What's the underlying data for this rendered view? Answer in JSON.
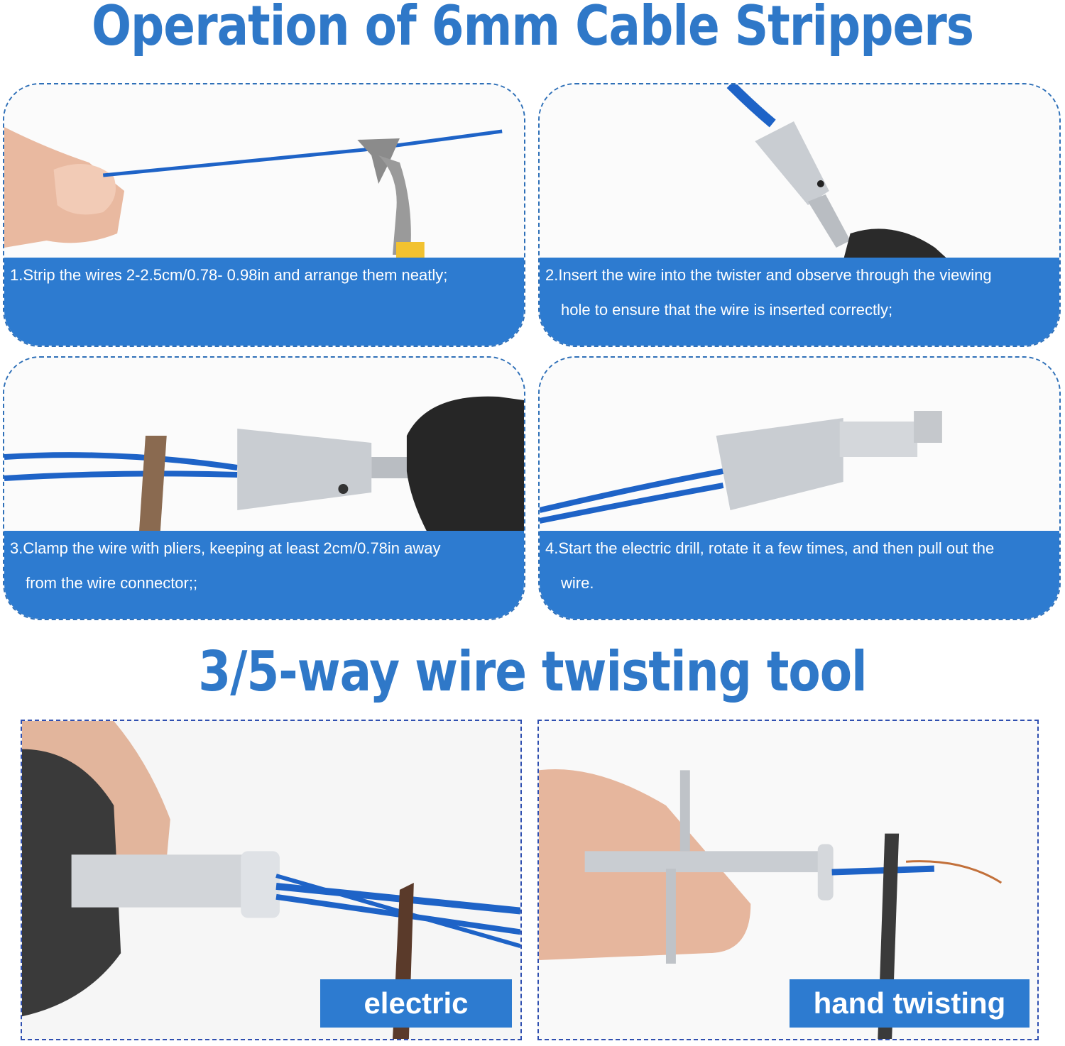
{
  "titles": {
    "top": "Operation of 6mm Cable Strippers",
    "middle": "3/5-way wire twisting tool"
  },
  "steps": [
    {
      "line1": "1.Strip the wires 2-2.5cm/0.78- 0.98in and  arrange them neatly;",
      "line2": ""
    },
    {
      "line1": "2.Insert the wire into the twister and observe through the viewing",
      "line2": "hole to ensure that the wire is inserted correctly;"
    },
    {
      "line1": "3.Clamp the wire with pliers, keeping at least 2cm/0.78in away",
      "line2": "from the wire connector;;"
    },
    {
      "line1": "4.Start the electric drill, rotate it a few times, and then pull out the",
      "line2": "wire."
    }
  ],
  "modes": {
    "electric": "electric",
    "hand": "hand twisting"
  },
  "colors": {
    "title_blue": "#2f78c8",
    "caption_blue": "#2d7bd0",
    "wire_blue": "#1e63c7",
    "metal": "#c9cdd2"
  }
}
